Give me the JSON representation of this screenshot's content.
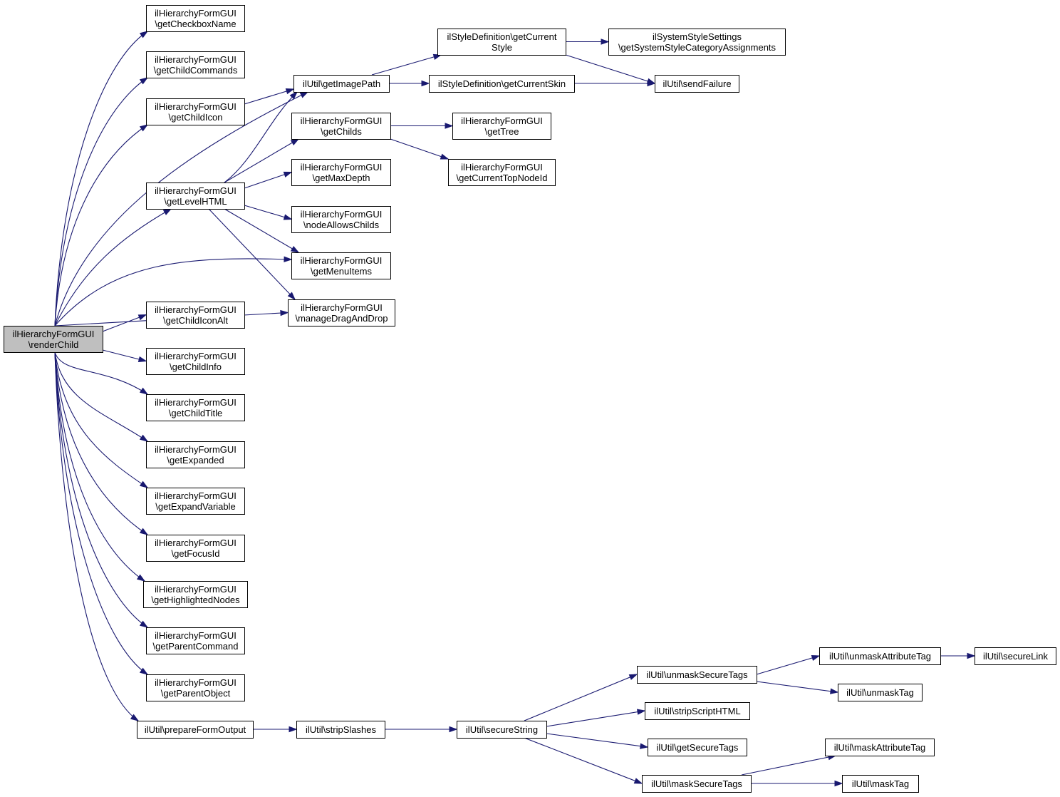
{
  "diagram": {
    "edge_color": "#191970",
    "root_fill": "#bfbfbf",
    "nodes": [
      {
        "id": "renderChild",
        "lines": [
          "ilHierarchyFormGUI",
          "\\renderChild"
        ],
        "root": true
      },
      {
        "id": "getCheckboxName",
        "lines": [
          "ilHierarchyFormGUI",
          "\\getCheckboxName"
        ]
      },
      {
        "id": "getChildCommands",
        "lines": [
          "ilHierarchyFormGUI",
          "\\getChildCommands"
        ]
      },
      {
        "id": "getChildIcon",
        "lines": [
          "ilHierarchyFormGUI",
          "\\getChildIcon"
        ]
      },
      {
        "id": "getLevelHTML",
        "lines": [
          "ilHierarchyFormGUI",
          "\\getLevelHTML"
        ]
      },
      {
        "id": "getChildIconAlt",
        "lines": [
          "ilHierarchyFormGUI",
          "\\getChildIconAlt"
        ]
      },
      {
        "id": "getChildInfo",
        "lines": [
          "ilHierarchyFormGUI",
          "\\getChildInfo"
        ]
      },
      {
        "id": "getChildTitle",
        "lines": [
          "ilHierarchyFormGUI",
          "\\getChildTitle"
        ]
      },
      {
        "id": "getExpanded",
        "lines": [
          "ilHierarchyFormGUI",
          "\\getExpanded"
        ]
      },
      {
        "id": "getExpandVariable",
        "lines": [
          "ilHierarchyFormGUI",
          "\\getExpandVariable"
        ]
      },
      {
        "id": "getFocusId",
        "lines": [
          "ilHierarchyFormGUI",
          "\\getFocusId"
        ]
      },
      {
        "id": "getHighlightedNodes",
        "lines": [
          "ilHierarchyFormGUI",
          "\\getHighlightedNodes"
        ]
      },
      {
        "id": "getParentCommand",
        "lines": [
          "ilHierarchyFormGUI",
          "\\getParentCommand"
        ]
      },
      {
        "id": "getParentObject",
        "lines": [
          "ilHierarchyFormGUI",
          "\\getParentObject"
        ]
      },
      {
        "id": "prepareFormOutput",
        "lines": [
          "ilUtil\\prepareFormOutput"
        ]
      },
      {
        "id": "getImagePath",
        "lines": [
          "ilUtil\\getImagePath"
        ]
      },
      {
        "id": "getChilds",
        "lines": [
          "ilHierarchyFormGUI",
          "\\getChilds"
        ]
      },
      {
        "id": "getMaxDepth",
        "lines": [
          "ilHierarchyFormGUI",
          "\\getMaxDepth"
        ]
      },
      {
        "id": "nodeAllowsChilds",
        "lines": [
          "ilHierarchyFormGUI",
          "\\nodeAllowsChilds"
        ]
      },
      {
        "id": "getMenuItems",
        "lines": [
          "ilHierarchyFormGUI",
          "\\getMenuItems"
        ]
      },
      {
        "id": "manageDragAndDrop",
        "lines": [
          "ilHierarchyFormGUI",
          "\\manageDragAndDrop"
        ]
      },
      {
        "id": "getCurrentStyle",
        "lines": [
          "ilStyleDefinition\\getCurrent",
          "Style"
        ]
      },
      {
        "id": "getCurrentSkin",
        "lines": [
          "ilStyleDefinition\\getCurrentSkin"
        ]
      },
      {
        "id": "getTree",
        "lines": [
          "ilHierarchyFormGUI",
          "\\getTree"
        ]
      },
      {
        "id": "getCurrentTopNodeId",
        "lines": [
          "ilHierarchyFormGUI",
          "\\getCurrentTopNodeId"
        ]
      },
      {
        "id": "getSystemStyleCategoryAssignments",
        "lines": [
          "ilSystemStyleSettings",
          "\\getSystemStyleCategoryAssignments"
        ]
      },
      {
        "id": "sendFailure",
        "lines": [
          "ilUtil\\sendFailure"
        ]
      },
      {
        "id": "stripSlashes",
        "lines": [
          "ilUtil\\stripSlashes"
        ]
      },
      {
        "id": "secureString",
        "lines": [
          "ilUtil\\secureString"
        ]
      },
      {
        "id": "unmaskSecureTags",
        "lines": [
          "ilUtil\\unmaskSecureTags"
        ]
      },
      {
        "id": "stripScriptHTML",
        "lines": [
          "ilUtil\\stripScriptHTML"
        ]
      },
      {
        "id": "getSecureTags",
        "lines": [
          "ilUtil\\getSecureTags"
        ]
      },
      {
        "id": "maskSecureTags",
        "lines": [
          "ilUtil\\maskSecureTags"
        ]
      },
      {
        "id": "unmaskAttributeTag",
        "lines": [
          "ilUtil\\unmaskAttributeTag"
        ]
      },
      {
        "id": "unmaskTag",
        "lines": [
          "ilUtil\\unmaskTag"
        ]
      },
      {
        "id": "secureLink",
        "lines": [
          "ilUtil\\secureLink"
        ]
      },
      {
        "id": "maskAttributeTag",
        "lines": [
          "ilUtil\\maskAttributeTag"
        ]
      },
      {
        "id": "maskTag",
        "lines": [
          "ilUtil\\maskTag"
        ]
      }
    ],
    "edges": [
      [
        "renderChild",
        "getCheckboxName"
      ],
      [
        "renderChild",
        "getChildCommands"
      ],
      [
        "renderChild",
        "getChildIcon"
      ],
      [
        "renderChild",
        "getImagePath"
      ],
      [
        "renderChild",
        "getLevelHTML"
      ],
      [
        "renderChild",
        "getMenuItems"
      ],
      [
        "renderChild",
        "manageDragAndDrop"
      ],
      [
        "renderChild",
        "getChildIconAlt"
      ],
      [
        "renderChild",
        "getChildInfo"
      ],
      [
        "renderChild",
        "getChildTitle"
      ],
      [
        "renderChild",
        "getExpanded"
      ],
      [
        "renderChild",
        "getExpandVariable"
      ],
      [
        "renderChild",
        "getFocusId"
      ],
      [
        "renderChild",
        "getHighlightedNodes"
      ],
      [
        "renderChild",
        "getParentCommand"
      ],
      [
        "renderChild",
        "getParentObject"
      ],
      [
        "renderChild",
        "prepareFormOutput"
      ],
      [
        "getChildIcon",
        "getImagePath"
      ],
      [
        "getLevelHTML",
        "getImagePath"
      ],
      [
        "getLevelHTML",
        "getChilds"
      ],
      [
        "getLevelHTML",
        "getMaxDepth"
      ],
      [
        "getLevelHTML",
        "nodeAllowsChilds"
      ],
      [
        "getLevelHTML",
        "getMenuItems"
      ],
      [
        "getLevelHTML",
        "manageDragAndDrop"
      ],
      [
        "getImagePath",
        "getCurrentStyle"
      ],
      [
        "getImagePath",
        "getCurrentSkin"
      ],
      [
        "getCurrentStyle",
        "getSystemStyleCategoryAssignments"
      ],
      [
        "getCurrentStyle",
        "sendFailure"
      ],
      [
        "getCurrentSkin",
        "sendFailure"
      ],
      [
        "getChilds",
        "getTree"
      ],
      [
        "getChilds",
        "getCurrentTopNodeId"
      ],
      [
        "prepareFormOutput",
        "stripSlashes"
      ],
      [
        "stripSlashes",
        "secureString"
      ],
      [
        "secureString",
        "unmaskSecureTags"
      ],
      [
        "secureString",
        "stripScriptHTML"
      ],
      [
        "secureString",
        "getSecureTags"
      ],
      [
        "secureString",
        "maskSecureTags"
      ],
      [
        "unmaskSecureTags",
        "unmaskAttributeTag"
      ],
      [
        "unmaskSecureTags",
        "unmaskTag"
      ],
      [
        "unmaskAttributeTag",
        "secureLink"
      ],
      [
        "maskSecureTags",
        "maskAttributeTag"
      ],
      [
        "maskSecureTags",
        "maskTag"
      ]
    ]
  }
}
